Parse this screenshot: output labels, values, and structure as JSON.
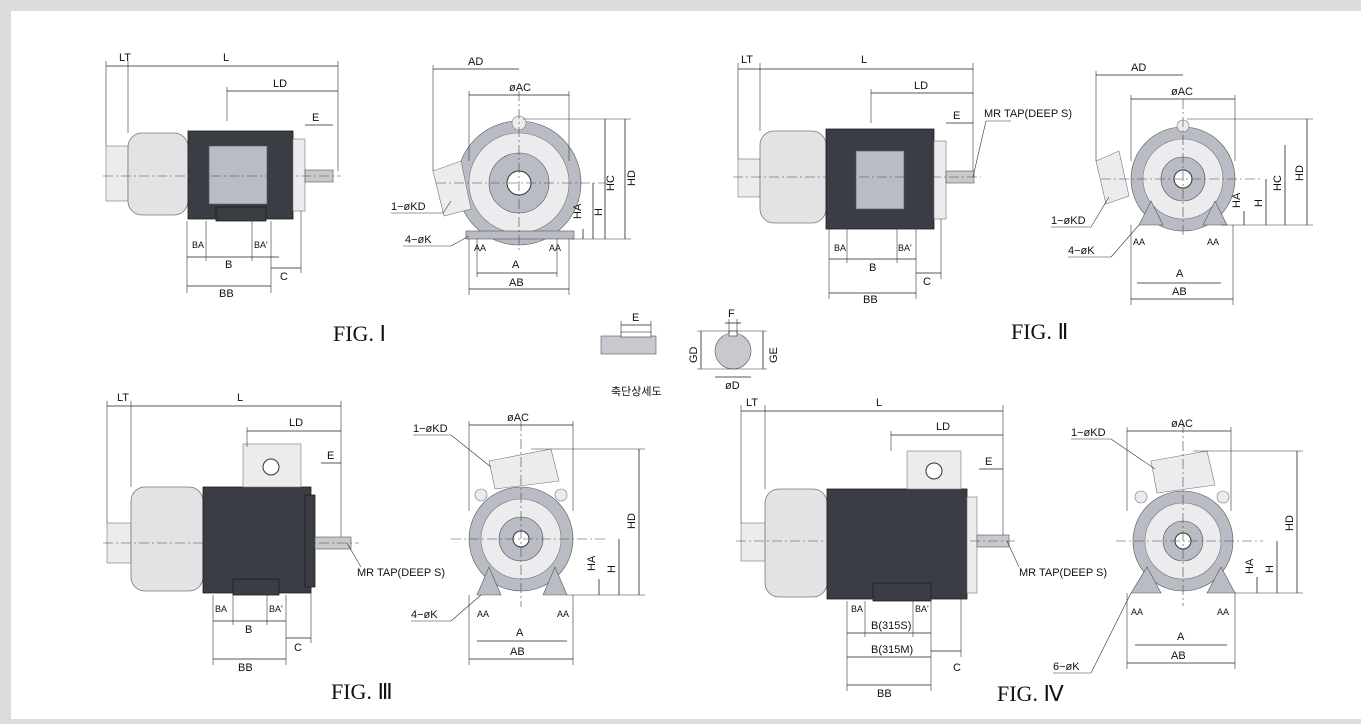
{
  "figures": [
    {
      "title": "FIG. Ⅰ",
      "side": {
        "LT": "LT",
        "L": "L",
        "LD": "LD",
        "E": "E",
        "BA": "BA",
        "BA2": "BA'",
        "B": "B",
        "C": "C",
        "BB": "BB"
      },
      "front": {
        "AD": "AD",
        "AC": "øAC",
        "KD": "1−øKD",
        "K": "4−øK",
        "HC": "HC",
        "HD": "HD",
        "HA": "HA",
        "H": "H",
        "AA": "AA",
        "A": "A",
        "AB": "AB"
      }
    },
    {
      "title": "FIG. Ⅱ",
      "side": {
        "LT": "LT",
        "L": "L",
        "LD": "LD",
        "E": "E",
        "MR": "MR TAP(DEEP S)",
        "BA": "BA",
        "BA2": "BA'",
        "B": "B",
        "C": "C",
        "BB": "BB"
      },
      "front": {
        "AD": "AD",
        "AC": "øAC",
        "KD": "1−øKD",
        "K": "4−øK",
        "HC": "HC",
        "HD": "HD",
        "HA": "HA",
        "H": "H",
        "AA": "AA",
        "A": "A",
        "AB": "AB"
      }
    },
    {
      "title": "FIG. Ⅲ",
      "side": {
        "LT": "LT",
        "L": "L",
        "LD": "LD",
        "E": "E",
        "MR": "MR TAP(DEEP S)",
        "BA": "BA",
        "BA2": "BA'",
        "B": "B",
        "C": "C",
        "BB": "BB"
      },
      "front": {
        "AC": "øAC",
        "KD": "1−øKD",
        "K": "4−øK",
        "HD": "HD",
        "HA": "HA",
        "H": "H",
        "AA": "AA",
        "A": "A",
        "AB": "AB"
      }
    },
    {
      "title": "FIG. Ⅳ",
      "side": {
        "LT": "LT",
        "L": "L",
        "LD": "LD",
        "E": "E",
        "MR": "MR TAP(DEEP S)",
        "BA": "BA",
        "BA2": "BA'",
        "B1": "B(315S)",
        "B2": "B(315M)",
        "C": "C",
        "BB": "BB"
      },
      "front": {
        "AC": "øAC",
        "KD": "1−øKD",
        "K": "6−øK",
        "HD": "HD",
        "HA": "HA",
        "H": "H",
        "AA": "AA",
        "A": "A",
        "AB": "AB"
      }
    }
  ],
  "shaft_detail": {
    "E": "E",
    "F": "F",
    "GD": "GD",
    "GE": "GE",
    "D": "øD",
    "caption": "축단상세도"
  },
  "colors": {
    "frame": "#3b3d44",
    "fan_cover": "#e3e3e6",
    "page_border": "#dcdcdc"
  }
}
